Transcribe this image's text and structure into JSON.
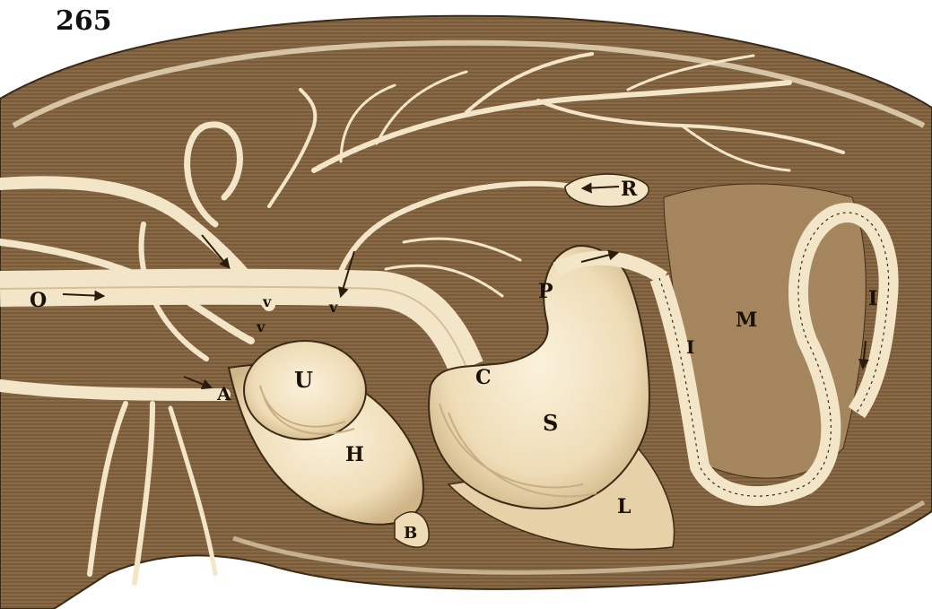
{
  "figure": {
    "page_number": "265",
    "colors": {
      "background": "#ffffff",
      "body": "#8a6a46",
      "body_dark": "#6e5234",
      "organ": "#f3e6c8",
      "organ_shade": "#d9c39b",
      "line": "#3b2a16"
    },
    "labels": {
      "O": "O",
      "A": "A",
      "U": "U",
      "H": "H",
      "B": "B",
      "C": "C",
      "S": "S",
      "L": "L",
      "P": "P",
      "R": "R",
      "M": "M",
      "I_left": "I",
      "I_right": "I",
      "v1": "v",
      "v2": "v",
      "v3": "v"
    }
  }
}
